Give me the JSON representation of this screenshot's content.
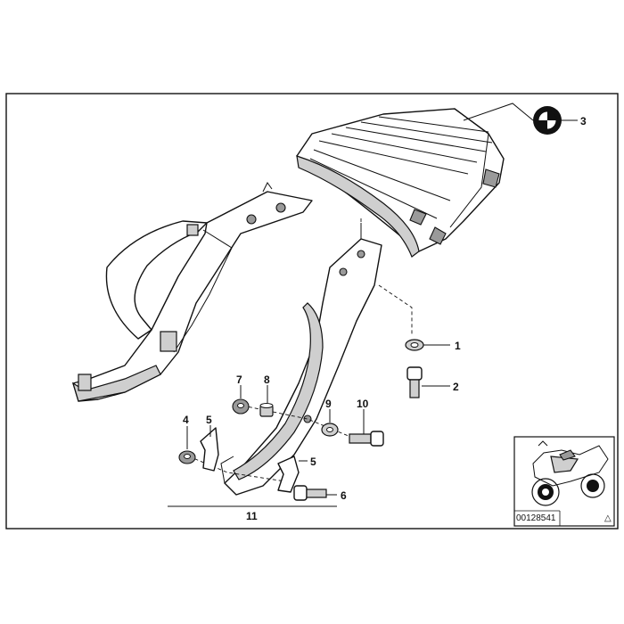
{
  "diagram": {
    "callouts": [
      {
        "id": "1",
        "label": "1"
      },
      {
        "id": "2",
        "label": "2"
      },
      {
        "id": "3",
        "label": "3"
      },
      {
        "id": "4",
        "label": "4"
      },
      {
        "id": "5a",
        "label": "5"
      },
      {
        "id": "5b",
        "label": "5"
      },
      {
        "id": "6",
        "label": "6"
      },
      {
        "id": "7",
        "label": "7"
      },
      {
        "id": "8",
        "label": "8"
      },
      {
        "id": "9",
        "label": "9"
      },
      {
        "id": "10",
        "label": "10"
      },
      {
        "id": "11",
        "label": "11"
      }
    ],
    "reference_number": "00128541",
    "inset_marker": "△"
  }
}
